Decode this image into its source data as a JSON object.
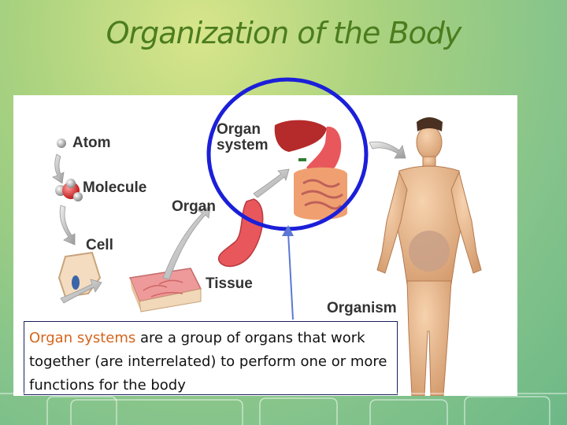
{
  "slide": {
    "title": "Organization of the Body"
  },
  "figure": {
    "labels": {
      "atom": "Atom",
      "molecule": "Molecule",
      "cell": "Cell",
      "tissue": "Tissue",
      "organ": "Organ",
      "organ_system_line1": "Organ",
      "organ_system_line2": "system",
      "organism": "Organism"
    }
  },
  "callout": {
    "highlight": "Organ systems",
    "text": " are a group of organs that work together (are interrelated) to perform one or more functions for the body"
  },
  "colors": {
    "title": "#4b7d1f",
    "highlight": "#d4651c",
    "circle": "#1b1fd8",
    "arrow": "#5b78d6"
  }
}
